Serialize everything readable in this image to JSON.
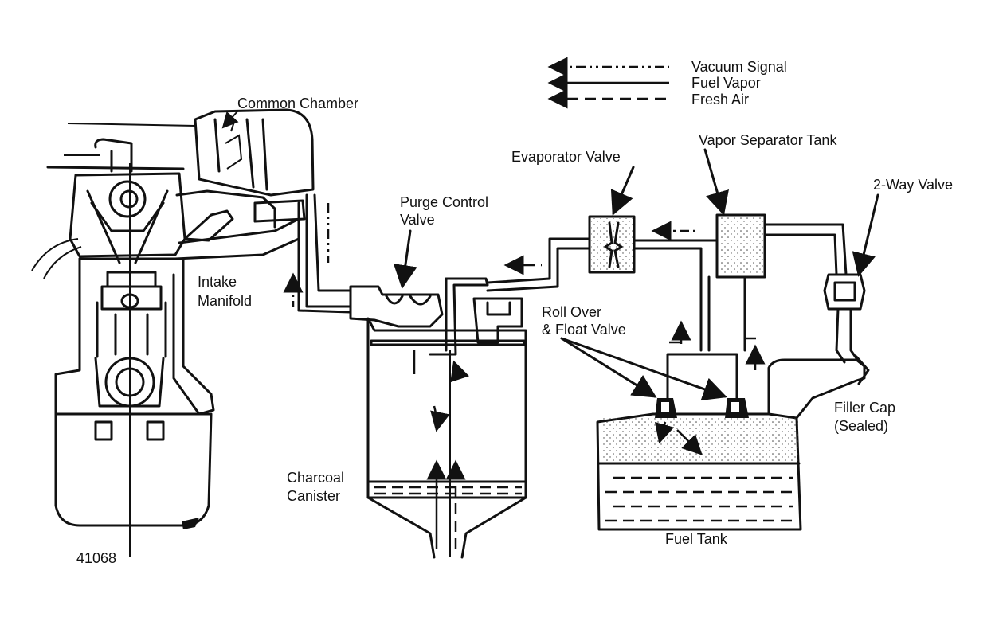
{
  "legend": {
    "vacuum_signal": "Vacuum Signal",
    "fuel_vapor": "Fuel Vapor",
    "fresh_air": "Fresh Air"
  },
  "labels": {
    "common_chamber": "Common Chamber",
    "intake_manifold_1": "Intake",
    "intake_manifold_2": "Manifold",
    "purge_valve_1": "Purge Control",
    "purge_valve_2": "Valve",
    "evaporator_valve": "Evaporator Valve",
    "vapor_separator_tank": "Vapor Separator Tank",
    "two_way_valve": "2-Way Valve",
    "roll_over_1": "Roll Over",
    "roll_over_2": "& Float Valve",
    "filler_cap_1": "Filler Cap",
    "filler_cap_2": "(Sealed)",
    "charcoal_1": "Charcoal",
    "charcoal_2": "Canister",
    "fuel_tank": "Fuel Tank",
    "figure_number": "41068"
  }
}
